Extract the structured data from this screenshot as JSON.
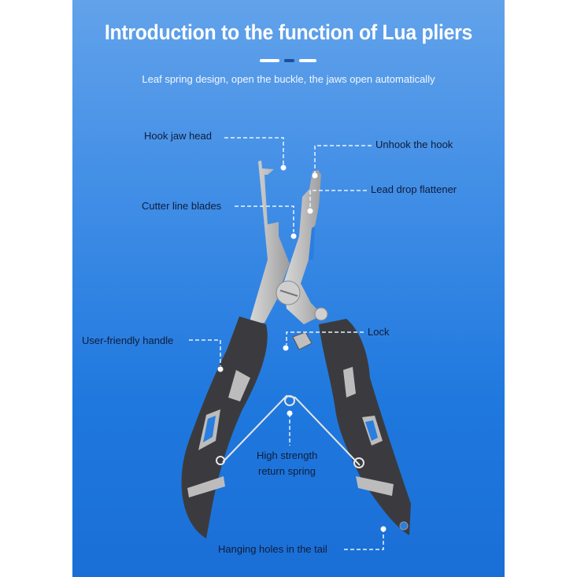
{
  "header": {
    "title": "Introduction to the function of Lua pliers",
    "subtitle": "Leaf spring design, open the buckle, the jaws open automatically"
  },
  "callouts": {
    "hook_jaw_head": "Hook jaw head",
    "unhook": "Unhook the hook",
    "lead_drop": "Lead drop flattener",
    "cutter": "Cutter line blades",
    "handle": "User-friendly handle",
    "lock": "Lock",
    "spring_line1": "High strength",
    "spring_line2": "return spring",
    "hanging": "Hanging holes in the tail"
  },
  "colors": {
    "background_top": "#62a2ea",
    "background_bottom": "#1a6fd6",
    "divider_accent": "#1b4f9c",
    "label_text": "#101c3a"
  }
}
